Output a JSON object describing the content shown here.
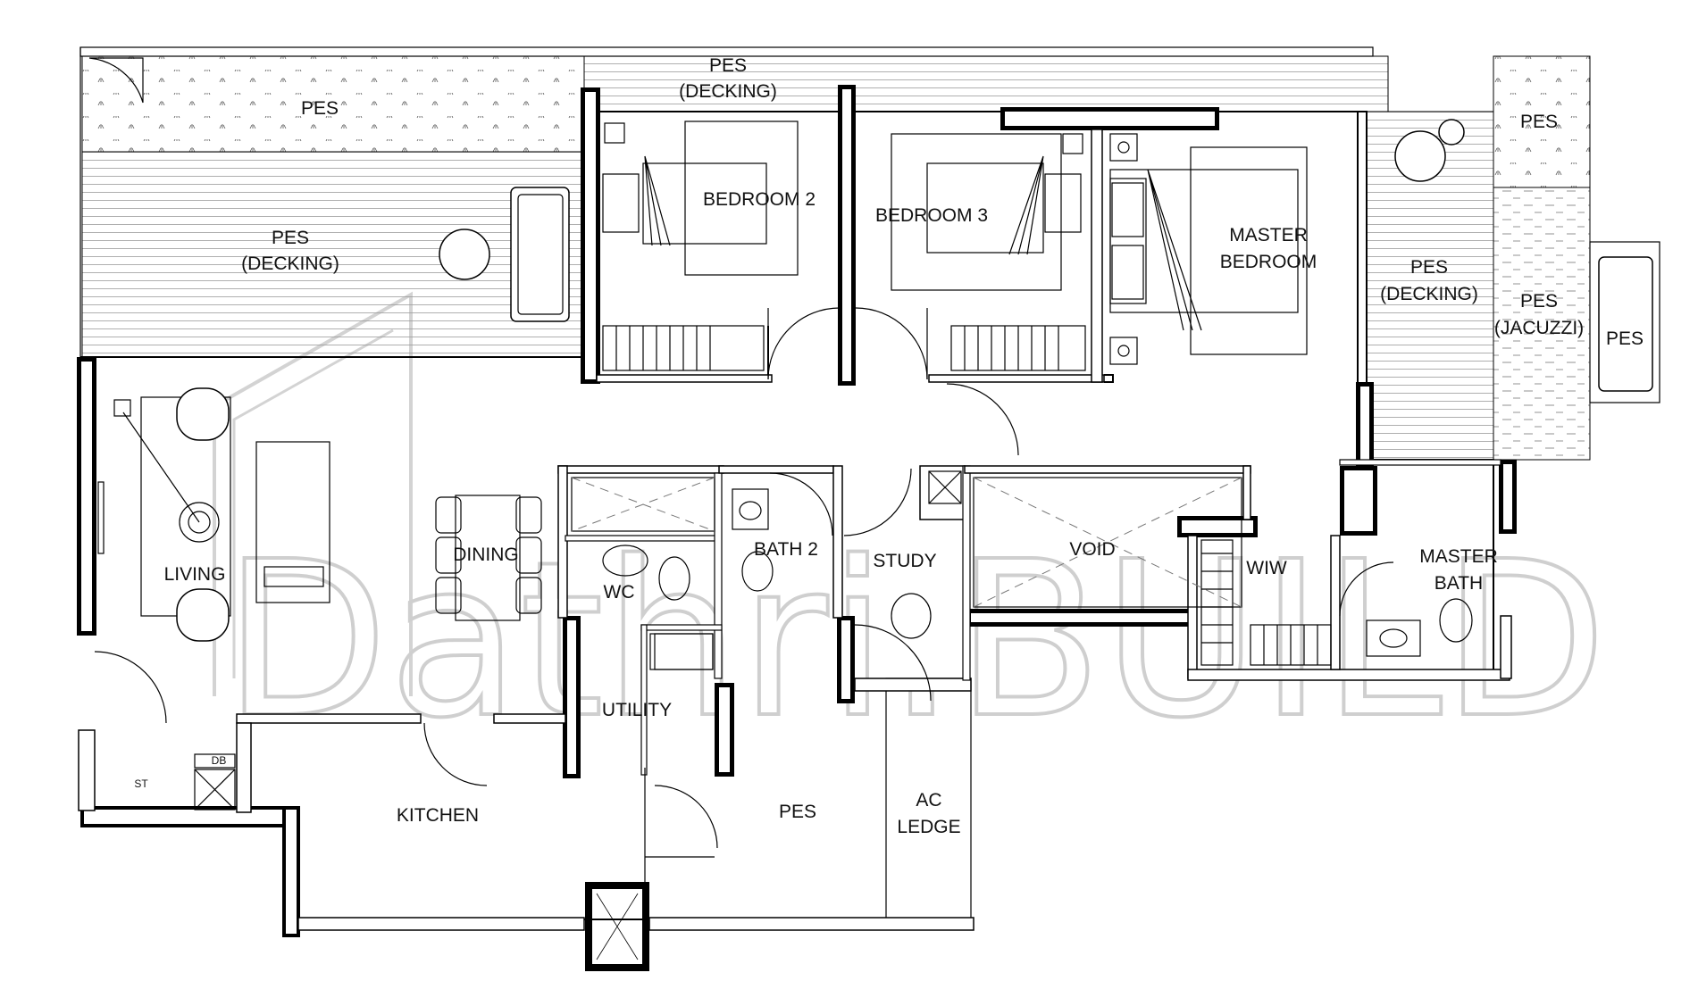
{
  "rooms": {
    "pes_top_left": "PES",
    "pes_decking_left_1": "PES",
    "pes_decking_left_2": "(DECKING)",
    "pes_decking_top_1": "PES",
    "pes_decking_top_2": "(DECKING)",
    "bedroom2": "BEDROOM 2",
    "bedroom3": "BEDROOM 3",
    "master_bedroom_1": "MASTER",
    "master_bedroom_2": "BEDROOM",
    "pes_decking_right_1": "PES",
    "pes_decking_right_2": "(DECKING)",
    "pes_top_right": "PES",
    "pes_jacuzzi_1": "PES",
    "pes_jacuzzi_2": "(JACUZZI)",
    "pes_far_right": "PES",
    "living": "LIVING",
    "dining": "DINING",
    "wc": "WC",
    "bath2": "BATH 2",
    "study": "STUDY",
    "void": "VOID",
    "wiw": "WIW",
    "master_bath_1": "MASTER",
    "master_bath_2": "BATH",
    "utility": "UTILITY",
    "kitchen": "KITCHEN",
    "pes_bottom": "PES",
    "ac_ledge_1": "AC",
    "ac_ledge_2": "LEDGE",
    "st": "ST",
    "db": "DB"
  },
  "watermark": "Dathri.BUILD"
}
